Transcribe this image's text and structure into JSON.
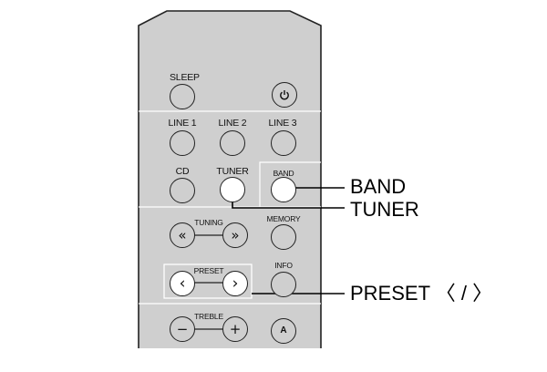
{
  "remote": {
    "sleep_label": "SLEEP",
    "power_icon_name": "power-icon",
    "line1_label": "LINE 1",
    "line2_label": "LINE 2",
    "line3_label": "LINE 3",
    "cd_label": "CD",
    "tuner_label": "TUNER",
    "band_label": "BAND",
    "tuning_label": "TUNING",
    "tuning_down_glyph": "«",
    "tuning_up_glyph": "»",
    "memory_label": "MEMORY",
    "preset_label": "PRESET",
    "preset_prev_glyph": "‹",
    "preset_next_glyph": "›",
    "info_label": "INFO",
    "treble_label": "TREBLE",
    "treble_minus_glyph": "−",
    "treble_plus_glyph": "+",
    "a_glyph": "A"
  },
  "callouts": {
    "band": "BAND",
    "tuner": "TUNER",
    "preset": "PRESET 〈 / 〉"
  },
  "colors": {
    "remote_body": "#cfcfcf",
    "remote_outline": "#222222",
    "highlight_button": "#ffffff"
  }
}
